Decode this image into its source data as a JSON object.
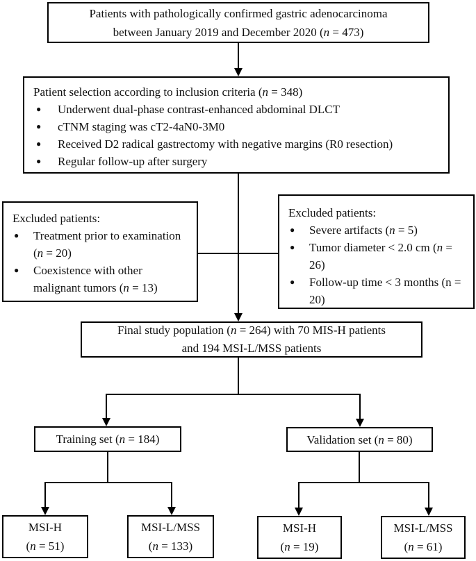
{
  "diagram": {
    "colors": {
      "line": "#000000",
      "box_border": "#000000",
      "background": "#ffffff",
      "text": "#111111"
    },
    "icons": {
      "bullet": "●"
    },
    "boxes": {
      "top": {
        "line1": "Patients with pathologically confirmed gastric adenocarcinoma",
        "line2": "between January 2019 and December 2020 (n = 473)"
      },
      "inclusion": {
        "title": "Patient selection according to inclusion criteria (n = 348)",
        "bullets": [
          "Underwent dual-phase contrast-enhanced abdominal DLCT",
          "cTNM staging was cT2-4aN0-3M0",
          "Received D2 radical gastrectomy with negative margins (R0 resection)",
          "Regular follow-up after surgery"
        ]
      },
      "excluded_left": {
        "title": "Excluded patients:",
        "bullets": [
          "Treatment prior to examination (n = 20)",
          "Coexistence with other malignant tumors (n = 13)"
        ]
      },
      "excluded_right": {
        "title": "Excluded patients:",
        "bullets": [
          "Severe artifacts (n = 5)",
          "Tumor diameter < 2.0 cm (n = 26)",
          "Follow-up time < 3 months (n = 20)"
        ]
      },
      "final": {
        "line1": "Final study population (n = 264) with 70 MIS-H patients",
        "line2": "and 194 MSI-L/MSS patients"
      },
      "training": {
        "label": "Training set (n = 184)"
      },
      "validation": {
        "label": "Validation set (n = 80)"
      },
      "training_msih": {
        "line1": "MSI-H",
        "line2": "(n = 51)"
      },
      "training_msilmss": {
        "line1": "MSI-L/MSS",
        "line2": "(n = 133)"
      },
      "validation_msih": {
        "line1": "MSI-H",
        "line2": "(n = 19)"
      },
      "validation_msilmss": {
        "line1": "MSI-L/MSS",
        "line2": "(n = 61)"
      }
    }
  }
}
